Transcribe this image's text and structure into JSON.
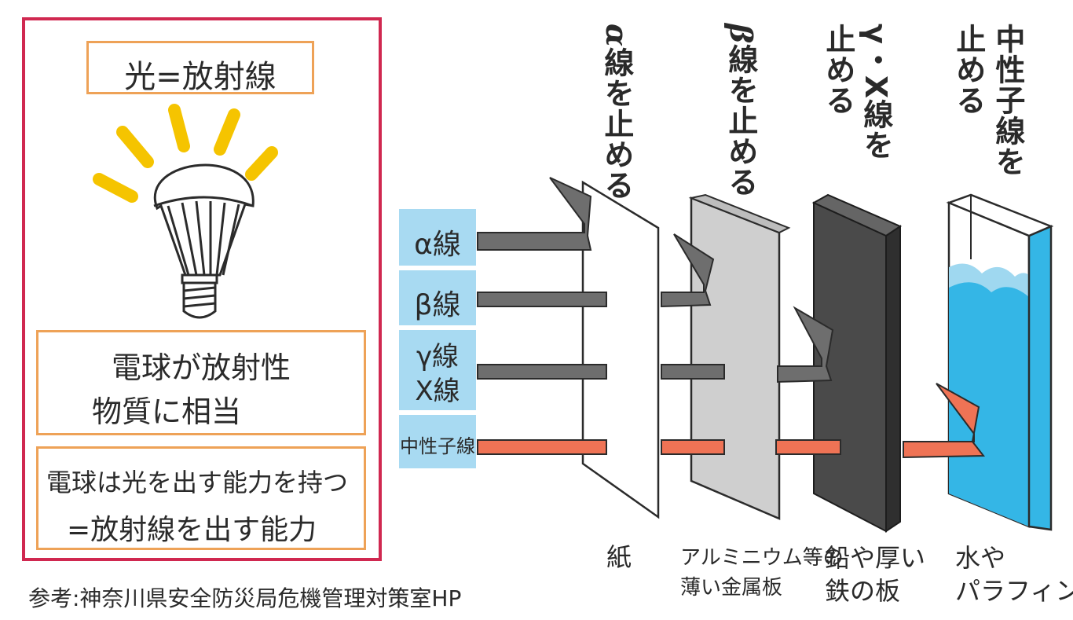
{
  "left_panel": {
    "title": "光=放射線",
    "bulb_equivalence": [
      "電球が放射性",
      "物質に相当"
    ],
    "bulb_ability": [
      "電球は光を出す能力を持つ",
      "=放射線を出す能力"
    ]
  },
  "reference": "参考:神奈川県安全防災局危機管理対策室HP",
  "radiation_types": [
    {
      "label_line1": "α線"
    },
    {
      "label_line1": "β線"
    },
    {
      "label_line1": "γ線",
      "label_line2": "X線"
    },
    {
      "label_line1": "中性子線"
    }
  ],
  "barriers": [
    {
      "stops_greek": "α",
      "stops_text": "線を止める",
      "material_line1": "紙",
      "material_line2": ""
    },
    {
      "stops_greek": "β",
      "stops_text": "線を止める",
      "material_line1": "アルミニウム等の",
      "material_line2": "薄い金属板"
    },
    {
      "stops_col1": "γ・X線を",
      "stops_col2": "止める",
      "material_line1": "鉛や厚い",
      "material_line2": "鉄の板"
    },
    {
      "stops_col1": "中性子線を",
      "stops_col2": "止める",
      "material_line1": "水や",
      "material_line2": "パラフィン"
    }
  ],
  "colors": {
    "panel_border": "#d02850",
    "box_border": "#eea257",
    "label_background": "#a8daf2",
    "ray_gray": "#6e6e6e",
    "ray_neutron": "#ef7355",
    "water": "#34b6e6",
    "lead_plate": "#4a4a4a",
    "aluminum_plate": "#cfcfcf",
    "light_rays": "#f5c400"
  }
}
